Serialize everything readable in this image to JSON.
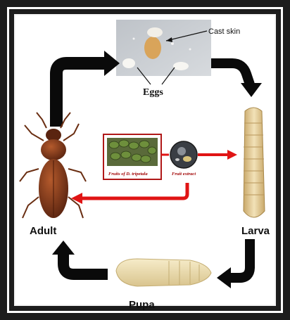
{
  "labels": {
    "cast_skin": "Cast skin",
    "eggs": "Eggs",
    "larva": "Larva",
    "pupa": "Pupa",
    "adult": "Adult",
    "fruits": "Fruits of D. tripetala",
    "extract": "Fruit extract"
  },
  "colors": {
    "cycle_arrow": "#0a0a0a",
    "treatment_arrow": "#e01414",
    "frame": "#1c1c1c",
    "beetle": "#8a3d1c",
    "larva": "#e8d3a3",
    "pupa": "#f0e3b8"
  }
}
